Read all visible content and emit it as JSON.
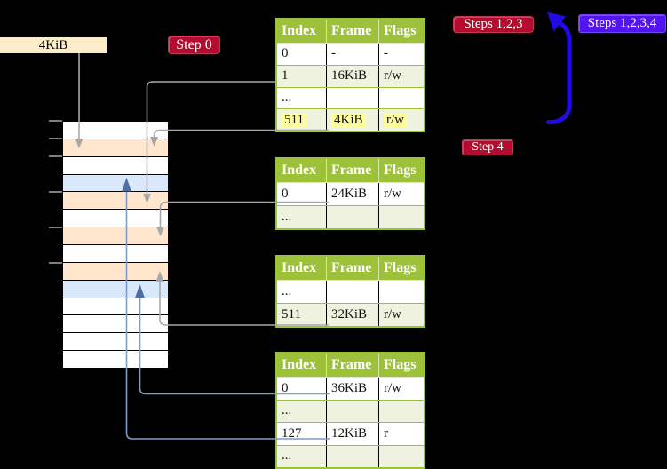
{
  "labels": {
    "memory_size": "4KiB",
    "step0": "Step 0",
    "steps123": "Steps 1,2,3",
    "steps1234": "Steps 1,2,3,4",
    "step4": "Step 4"
  },
  "tables": [
    {
      "headers": [
        "Index",
        "Frame",
        "Flags"
      ],
      "rows": [
        {
          "cells": [
            "0",
            "-",
            "-"
          ],
          "highlight": false
        },
        {
          "cells": [
            "1",
            "16KiB",
            "r/w"
          ],
          "highlight": false
        },
        {
          "cells": [
            "...",
            "",
            ""
          ],
          "highlight": false
        },
        {
          "cells": [
            "511",
            "4KiB",
            "r/w"
          ],
          "highlight": true
        }
      ]
    },
    {
      "headers": [
        "Index",
        "Frame",
        "Flags"
      ],
      "rows": [
        {
          "cells": [
            "0",
            "24KiB",
            "r/w"
          ],
          "highlight": false
        },
        {
          "cells": [
            "...",
            "",
            ""
          ],
          "highlight": false
        }
      ]
    },
    {
      "headers": [
        "Index",
        "Frame",
        "Flags"
      ],
      "rows": [
        {
          "cells": [
            "...",
            "",
            ""
          ],
          "highlight": false
        },
        {
          "cells": [
            "511",
            "32KiB",
            "r/w"
          ],
          "highlight": false
        }
      ]
    },
    {
      "headers": [
        "Index",
        "Frame",
        "Flags"
      ],
      "rows": [
        {
          "cells": [
            "0",
            "36KiB",
            "r/w"
          ],
          "highlight": false
        },
        {
          "cells": [
            "...",
            "",
            ""
          ],
          "highlight": false
        },
        {
          "cells": [
            "127",
            "12KiB",
            "r"
          ],
          "highlight": false
        },
        {
          "cells": [
            "...",
            "",
            ""
          ],
          "highlight": false
        }
      ]
    }
  ],
  "memory_stack": {
    "cells": [
      "white",
      "orange",
      "white",
      "blue",
      "orange",
      "white",
      "orange",
      "white",
      "orange",
      "blue",
      "white",
      "white",
      "white",
      "white"
    ],
    "frame_size_kib": 4
  },
  "arrows": [
    {
      "color": "gray",
      "from": "4KiB size label",
      "to": "frame at 4KiB"
    },
    {
      "color": "gray",
      "from": "table1 index 1 (16KiB)",
      "to": "frame at 16KiB"
    },
    {
      "color": "gray",
      "from": "table1 index 511 (4KiB)",
      "to": "frame at 4KiB"
    },
    {
      "color": "gray",
      "from": "table2 index 0 (24KiB)",
      "to": "frame at 24KiB"
    },
    {
      "color": "gray",
      "from": "table3 index 511 (32KiB)",
      "to": "frame at 32KiB"
    },
    {
      "color": "blue",
      "from": "table4 index 0 (36KiB)",
      "to": "frame at 36KiB"
    },
    {
      "color": "blue",
      "from": "table4 index 127 (12KiB)",
      "to": "frame at 12KiB"
    },
    {
      "color": "thick-blue",
      "from": "bottom",
      "to": "top loop-back"
    }
  ],
  "colors": {
    "background": "#000000",
    "table_header_bg": "#9ec13c",
    "table_row_alt": "#eef2de",
    "highlight": "#ffff99",
    "memory_orange": "#ffe6cc",
    "memory_blue": "#dae8fc",
    "label_cream": "#fbedc7",
    "badge_red": "#b30c2e",
    "badge_blue": "#5214f0",
    "arrow_gray": "#a8a8a8",
    "arrow_blue_line": "#7d9cc8",
    "arrow_blue_head": "#4d6fa6",
    "arrow_thick_blue": "#2209e8"
  }
}
